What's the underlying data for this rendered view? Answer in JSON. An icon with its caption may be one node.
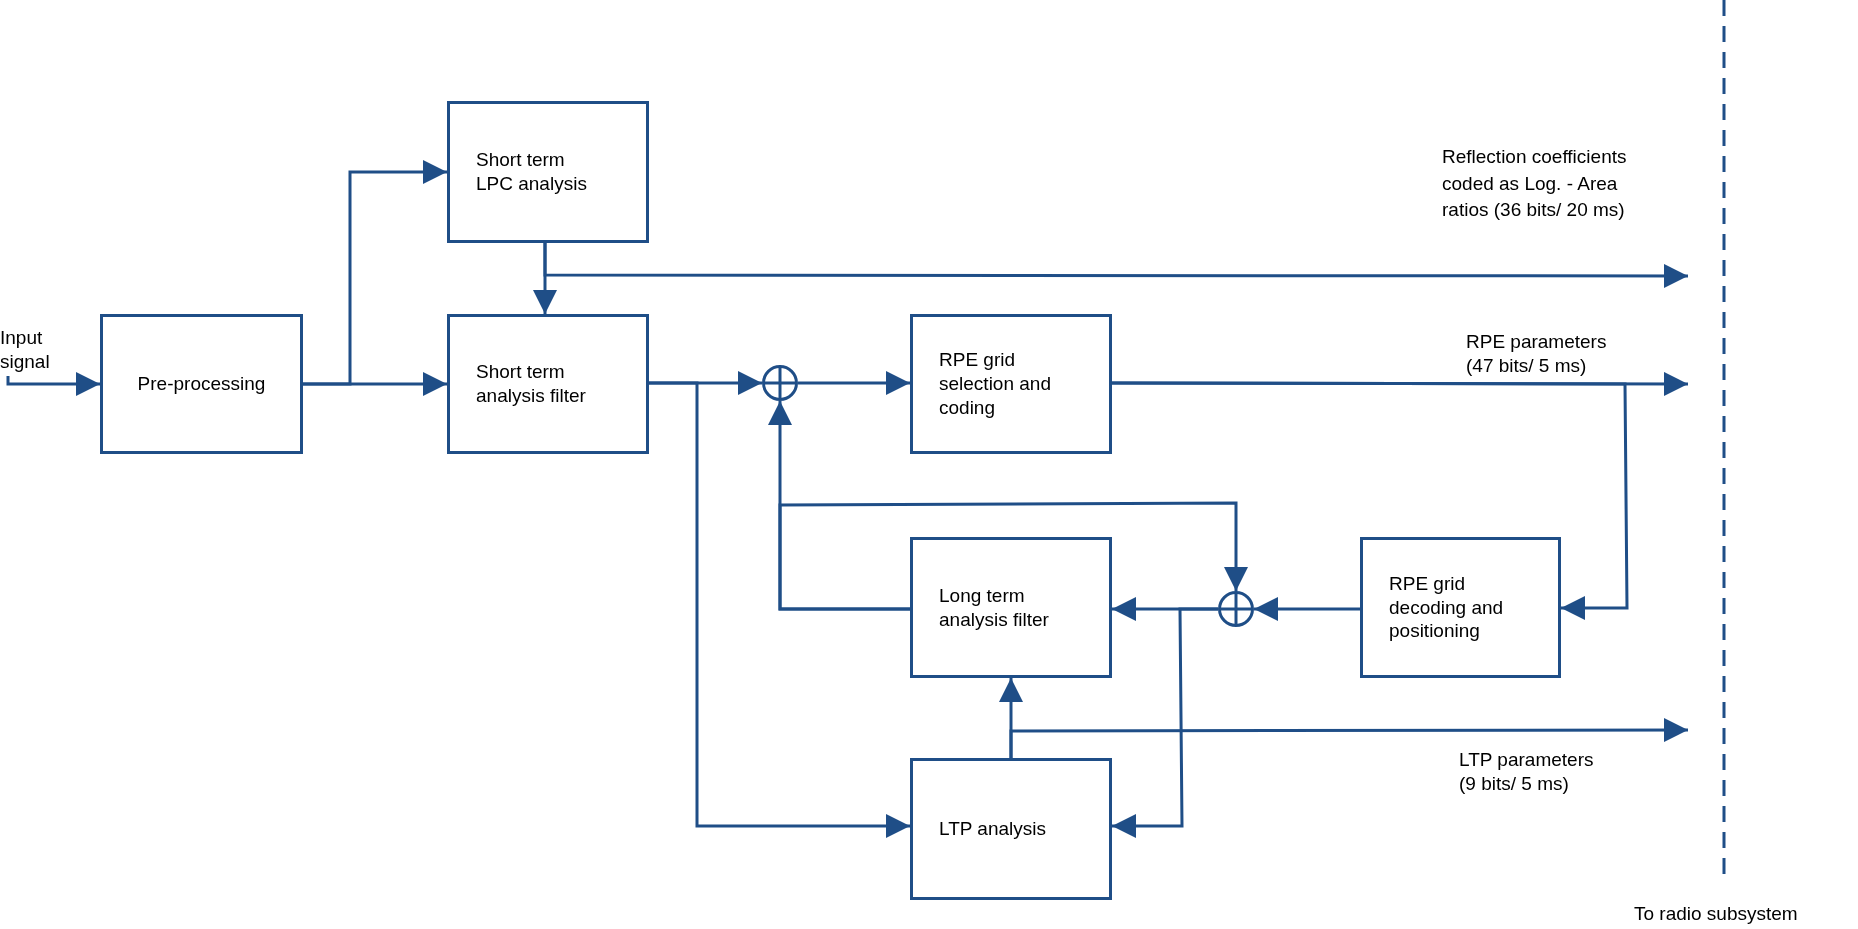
{
  "diagram": {
    "nodes": [
      {
        "text": [
          "Pre-processing"
        ]
      },
      {
        "text": [
          "Short term LPC analysis"
        ]
      },
      {
        "text": [
          "Short term analysis filter"
        ]
      },
      {
        "text": [],
        "shape": "circle"
      },
      {
        "text": [
          "RPE grid selection and coding"
        ]
      },
      {
        "text": [
          "Long term analysis filter"
        ]
      },
      {
        "text": [],
        "shape": "circle"
      },
      {
        "text": [
          "RPE grid decoding and positioning"
        ]
      },
      {
        "text": [
          "LTP analysis"
        ]
      },
      {
        "text": [
          "Input signal"
        ]
      }
    ],
    "edges": [
      {
        "from": 9,
        "to": 0,
        "arrow": "to"
      },
      {
        "from": 0,
        "to": 1,
        "arrow": "to"
      },
      {
        "from": 0,
        "to": 2,
        "arrow": "to"
      },
      {
        "from": 1,
        "to": 2,
        "arrow": "to"
      },
      {
        "from": 1,
        "to": null,
        "arrow": "to"
      },
      {
        "from": 2,
        "to": 3,
        "arrow": "to"
      },
      {
        "from": 2,
        "to": 8,
        "arrow": "to"
      },
      {
        "from": 3,
        "to": 4,
        "arrow": "to"
      },
      {
        "from": 4,
        "to": null,
        "arrow": "to"
      },
      {
        "from": 4,
        "to": 7,
        "arrow": "to"
      },
      {
        "from": 7,
        "to": 6,
        "arrow": "to"
      },
      {
        "from": 6,
        "to": 5,
        "arrow": "to"
      },
      {
        "from": 6,
        "to": 8,
        "arrow": "to"
      },
      {
        "from": 5,
        "to": 3,
        "arrow": "to"
      },
      {
        "from": 5,
        "to": 6,
        "arrow": "to"
      },
      {
        "from": 8,
        "to": 5,
        "arrow": "to"
      },
      {
        "from": 8,
        "to": null,
        "arrow": "to"
      }
    ],
    "labels": [
      "Reflection coefficients coded as Log. - Area ratios (36 bits/ 20 ms)",
      "RPE parameters (47 bits/ 5 ms)",
      "LTP parameters (9 bits/ 5 ms)",
      "To radio subsystem"
    ]
  }
}
